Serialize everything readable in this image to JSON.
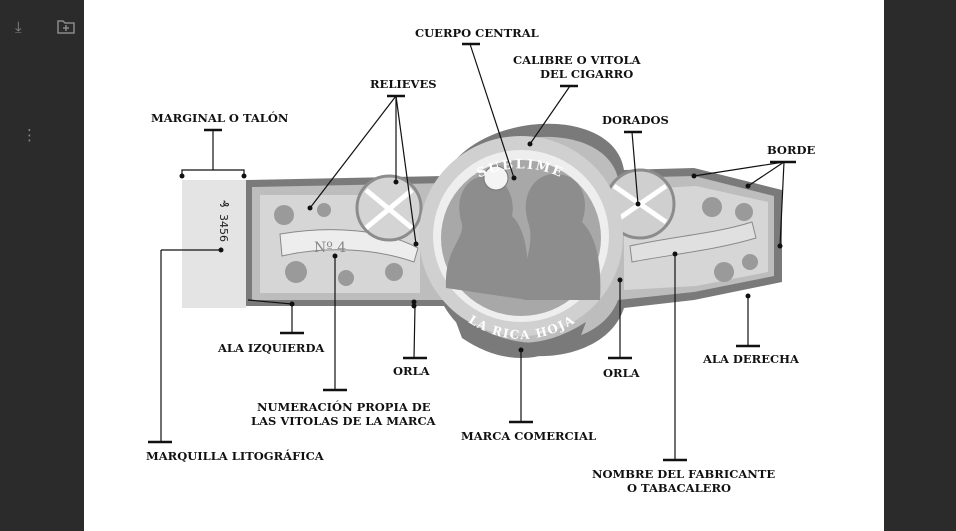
{
  "viewer": {
    "icons": [
      "download-icon",
      "new-folder-icon",
      "more-vertical-icon"
    ]
  },
  "band": {
    "top_arc": "SUBLIME",
    "bottom_arc": "LA RICA HOJA",
    "vitola_number": "Nº 4",
    "lithographic_mark": "3456"
  },
  "labels": {
    "cuerpo_central": "CUERPO CENTRAL",
    "calibre_1": "CALIBRE O VITOLA",
    "calibre_2": "DEL CIGARRO",
    "relieves": "RELIEVES",
    "marginal": "MARGINAL O TALÓN",
    "dorados": "DORADOS",
    "borde": "BORDE",
    "ala_izquierda": "ALA IZQUIERDA",
    "orla_left": "ORLA",
    "orla_right": "ORLA",
    "ala_derecha": "ALA DERECHA",
    "numeracion_1": "NUMERACIÓN PROPIA DE",
    "numeracion_2": "LAS VITOLAS DE LA MARCA",
    "marca_comercial": "MARCA COMERCIAL",
    "marquilla": "MARQUILLA LITOGRÁFICA",
    "fabricante_1": "NOMBRE DEL FABRICANTE",
    "fabricante_2": "O TABACALERO"
  }
}
